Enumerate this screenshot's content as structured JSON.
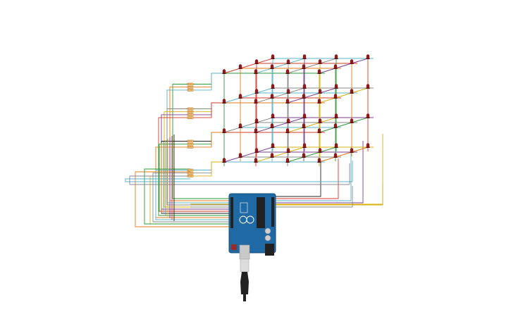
{
  "scene": {
    "title": "",
    "layer_count": 4,
    "rows_per_layer": 4,
    "cols_per_layer": 4,
    "led_count": 64
  },
  "colors": {
    "background": "#ffffff",
    "led_body": "#8b1a1a",
    "led_shadow": "#5a0e0e",
    "board_blue": "#1f6aa5",
    "board_dark": "#174f7d",
    "chip_black": "#222222",
    "usb_silver": "#c9c9c9",
    "cable_black": "#222222",
    "resistor_fill": "#f3c777",
    "resistor_band": "#b86a1c",
    "wire_palette": [
      "#2e9a3a",
      "#e07b1a",
      "#5ab3c9",
      "#8a8a8a",
      "#d4b10f",
      "#7b3f8f",
      "#d43a2a",
      "#222222"
    ]
  },
  "cube": {
    "colors_by_column": [
      "#2e9a3a",
      "#e07b1a",
      "#d43a2a",
      "#5ab3c9",
      "#8a8a8a",
      "#7b3f8f",
      "#d4b10f"
    ]
  },
  "resistor_groups": [
    {
      "name": "group-1",
      "count": 3
    },
    {
      "name": "group-2",
      "count": 4
    },
    {
      "name": "group-3",
      "count": 3
    },
    {
      "name": "group-4",
      "count": 3
    }
  ],
  "board": {
    "name": "Arduino"
  }
}
